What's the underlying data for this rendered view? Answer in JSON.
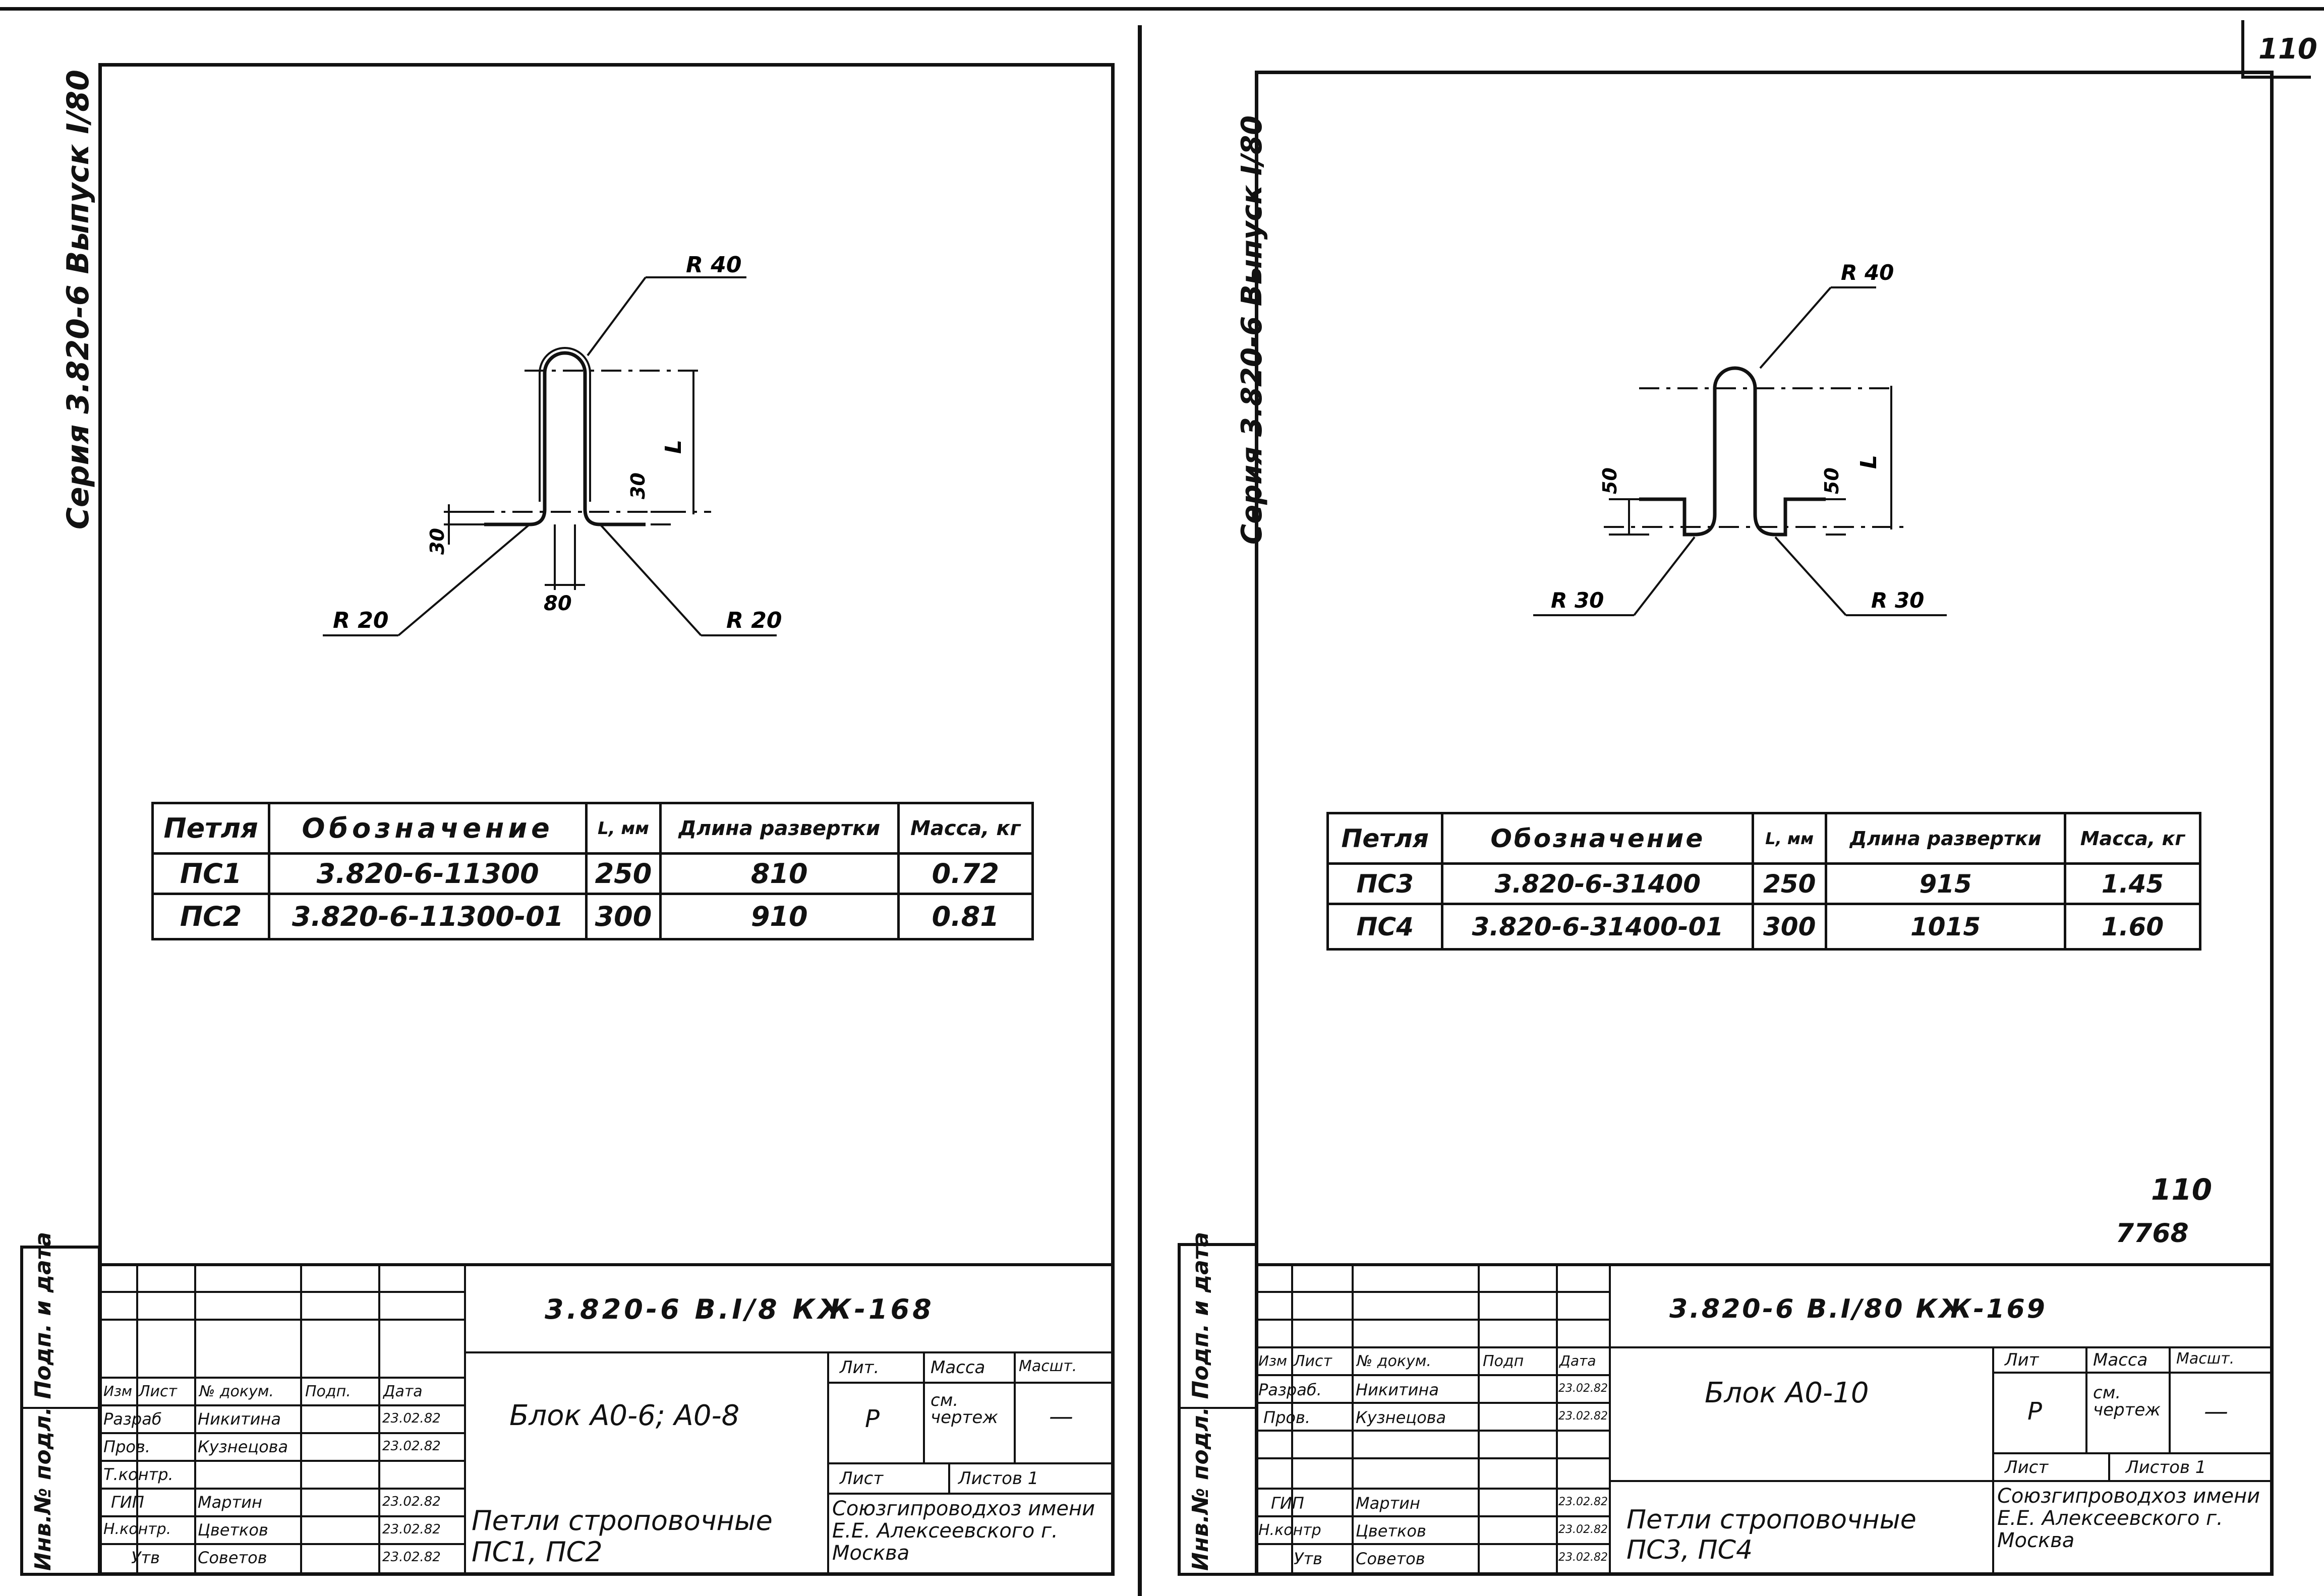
{
  "page_number_top": "110",
  "left": {
    "series": "Серия 3.820-6 Выпуск I/80",
    "dims": {
      "r_top": "R 40",
      "r_left": "R 20",
      "r_right": "R 20",
      "d30a": "30",
      "d30b": "30",
      "d80": "80",
      "dL": "L"
    },
    "table": {
      "headers": [
        "Петля",
        "Обозначение",
        "L, мм",
        "Длина развертки",
        "Масса, кг"
      ],
      "rows": [
        [
          "ПС1",
          "3.820-6-11300",
          "250",
          "810",
          "0.72"
        ],
        [
          "ПС2",
          "3.820-6-11300-01",
          "300",
          "910",
          "0.81"
        ]
      ]
    },
    "stamp": {
      "code": "3.820-6 В.I/8 КЖ-168",
      "name": "Блок А0-6; А0-8",
      "title": "Петли строповочные ПС1, ПС2",
      "lit": "Лит.",
      "mass": "Масса",
      "scale": "Масшт.",
      "lit_val": "Р",
      "mass_val": "см. чертеж",
      "scale_val": "—",
      "sheet": "Лист",
      "sheets": "Листов 1",
      "org": "Союзгипроводхоз имени Е.Е. Алексеевского г. Москва",
      "hdr": [
        "Изм",
        "Лист",
        "№ докум.",
        "Подп.",
        "Дата"
      ],
      "rows": [
        [
          "Разраб",
          "Никитина",
          "23.02.82"
        ],
        [
          "Пров.",
          "Кузнецова",
          "23.02.82"
        ],
        [
          "Т.контр.",
          "",
          ""
        ],
        [
          "ГИП",
          "Мартин",
          "23.02.82"
        ],
        [
          "Н.контр.",
          "Цветков",
          "23.02.82"
        ],
        [
          "Утв",
          "Советов",
          "23.02.82"
        ]
      ],
      "side": "Инв.№ подл. Подп. и дата"
    }
  },
  "right": {
    "series": "Серия 3.820-6 Выпуск I/80",
    "dims": {
      "r_top": "R 40",
      "r_left": "R 30",
      "r_right": "R 30",
      "d50a": "50",
      "d50b": "50",
      "dL": "L"
    },
    "table": {
      "headers": [
        "Петля",
        "Обозначение",
        "L, мм",
        "Длина развертки",
        "Масса, кг"
      ],
      "rows": [
        [
          "ПС3",
          "3.820-6-31400",
          "250",
          "915",
          "1.45"
        ],
        [
          "ПС4",
          "3.820-6-31400-01",
          "300",
          "1015",
          "1.60"
        ]
      ]
    },
    "numbers": [
      "110",
      "7768"
    ],
    "stamp": {
      "code": "3.820-6 В.I/80 КЖ-169",
      "name": "Блок А0-10",
      "title": "Петли строповочные ПС3, ПС4",
      "lit": "Лит",
      "mass": "Масса",
      "scale": "Масшт.",
      "lit_val": "Р",
      "mass_val": "см. чертеж",
      "scale_val": "—",
      "sheet": "Лист",
      "sheets": "Листов 1",
      "org": "Союзгипроводхоз имени Е.Е. Алексеевского г. Москва",
      "hdr": [
        "Изм",
        "Лист",
        "№ докум.",
        "Подп",
        "Дата"
      ],
      "rows": [
        [
          "Разраб.",
          "Никитина",
          "23.02.82"
        ],
        [
          "Пров.",
          "Кузнецова",
          "23.02.82"
        ],
        [
          "ГИП",
          "Мартин",
          "23.02.82"
        ],
        [
          "Н.контр",
          "Цветков",
          "23.02.82"
        ],
        [
          "Утв",
          "Советов",
          "23.02.82"
        ]
      ],
      "side": "Инв.№ подл. Подп. и дата"
    }
  }
}
